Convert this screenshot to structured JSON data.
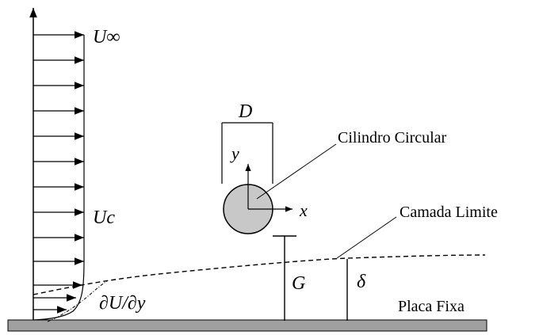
{
  "labels": {
    "u_inf": "U∞",
    "u_c": "Uc",
    "diameter": "D",
    "axis_y": "y",
    "axis_x": "x",
    "cylinder": "Cilindro Circular",
    "boundary_layer": "Camada Limite",
    "gap": "G",
    "thickness": "δ",
    "gradient": "∂U/∂y",
    "plate": "Placa Fixa"
  },
  "colors": {
    "line": "#000000",
    "cylinder_fill": "#c8c8c8",
    "plate_fill": "#a0a0a0"
  }
}
